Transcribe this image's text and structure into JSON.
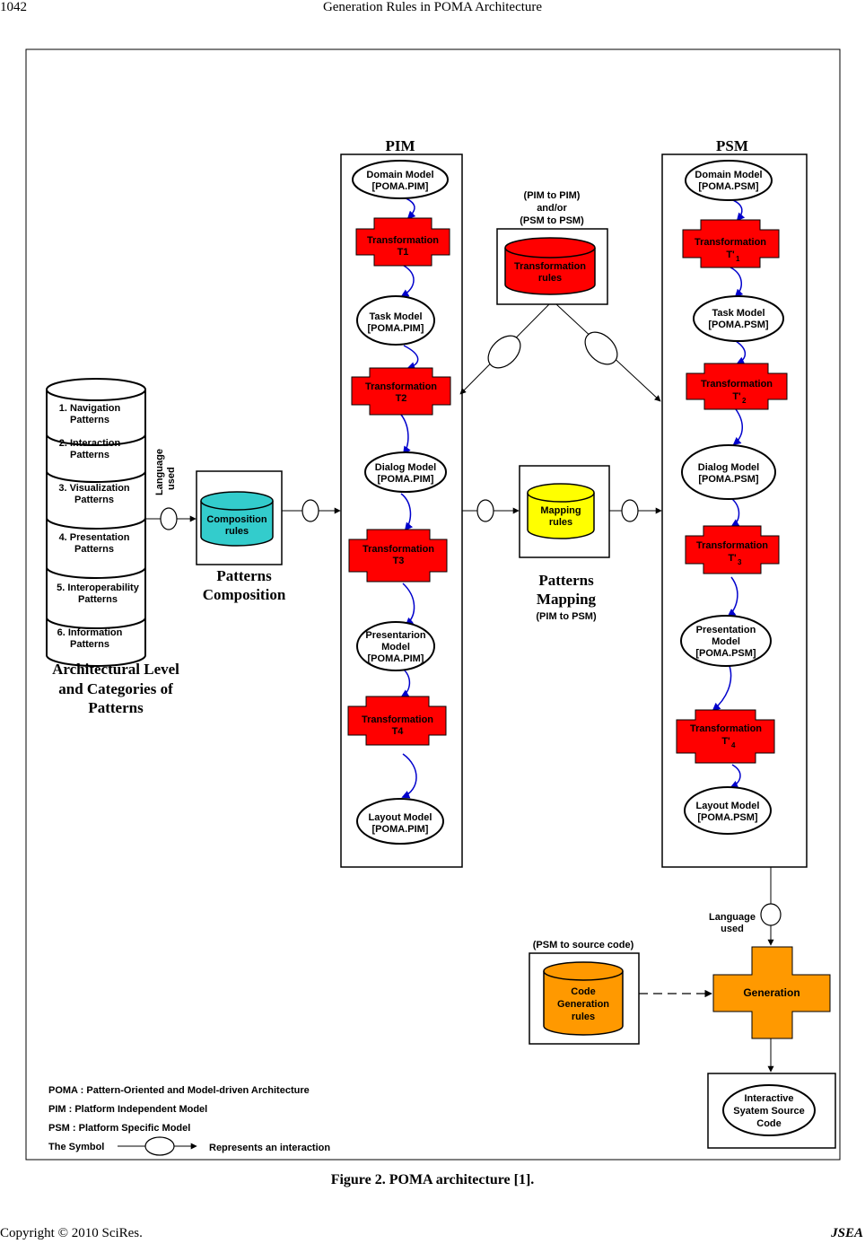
{
  "page": {
    "page_number": "1042",
    "running_title": "Generation Rules in POMA Architecture",
    "caption": "Figure 2. POMA architecture [1].",
    "copyright": "Copyright © 2010 SciRes.",
    "journal": "JSEA"
  },
  "colors": {
    "transformation": "#ff0000",
    "composition": "#33cccc",
    "mapping": "#ffff00",
    "generation": "#ff9900",
    "arrow_curve": "#0000cc"
  },
  "patterns_stack": {
    "items": [
      [
        "1. Navigation",
        "Patterns"
      ],
      [
        "2. Interaction",
        "Patterns"
      ],
      [
        "3. Visualization",
        "Patterns"
      ],
      [
        "4. Presentation",
        "Patterns"
      ],
      [
        "5. Interoperability",
        "Patterns"
      ],
      [
        "6. Information",
        "Patterns"
      ]
    ],
    "caption": [
      "Architectural Level",
      "and Categories of",
      "Patterns"
    ],
    "language_used": [
      "Language",
      "used"
    ]
  },
  "composition": {
    "rules": [
      "Composition",
      "rules"
    ],
    "caption": [
      "Patterns",
      "Composition"
    ]
  },
  "pim": {
    "title": "PIM",
    "domain_model": [
      "Domain Model",
      "[POMA.PIM]"
    ],
    "t1": [
      "Transformation",
      "T1"
    ],
    "task_model": [
      "Task Model",
      "[POMA.PIM]"
    ],
    "t2": [
      "Transformation",
      "T2"
    ],
    "dialog_model": [
      "Dialog Model",
      "[POMA.PIM]"
    ],
    "t3": [
      "Transformation",
      "T3"
    ],
    "presentation_model": [
      "Presentarion",
      "Model",
      "[POMA.PIM]"
    ],
    "t4": [
      "Transformation",
      "T4"
    ],
    "layout_model": [
      "Layout Model",
      "[POMA.PIM]"
    ]
  },
  "transformation_rules": {
    "header": [
      "(PIM to PIM)",
      "and/or",
      "(PSM to PSM)"
    ],
    "label": [
      "Transformation",
      "rules"
    ]
  },
  "mapping": {
    "label": [
      "Mapping",
      "rules"
    ],
    "caption": [
      "Patterns",
      "Mapping"
    ],
    "sub": "(PIM to PSM)"
  },
  "psm": {
    "title": "PSM",
    "domain_model": [
      "Domain Model",
      "[POMA.PSM]"
    ],
    "t1": [
      "Transformation",
      "T'",
      "1"
    ],
    "task_model": [
      "Task Model",
      "[POMA.PSM]"
    ],
    "t2": [
      "Transformation",
      "T'",
      "2"
    ],
    "dialog_model": [
      "Dialog Model",
      "[POMA.PSM]"
    ],
    "t3": [
      "Transformation",
      "T'",
      "3"
    ],
    "presentation_model": [
      "Presentation",
      "Model",
      "[POMA.PSM]"
    ],
    "t4": [
      "Transformation",
      "T'",
      "4"
    ],
    "layout_model": [
      "Layout Model",
      "[POMA.PSM]"
    ]
  },
  "generation": {
    "language_used": [
      "Language",
      "used"
    ],
    "code_header": "(PSM to source code)",
    "code_rules": [
      "Code",
      "Generation",
      "rules"
    ],
    "label": "Generation",
    "output": [
      "Interactive",
      "Syatem Source",
      "Code"
    ]
  },
  "legend": {
    "poma": "POMA : Pattern-Oriented and Model-driven Architecture",
    "pim": "PIM :  Platform Independent Model",
    "psm": "PSM : Platform Specific Model",
    "symbol": "The Symbol",
    "represents": "Represents an interaction"
  }
}
